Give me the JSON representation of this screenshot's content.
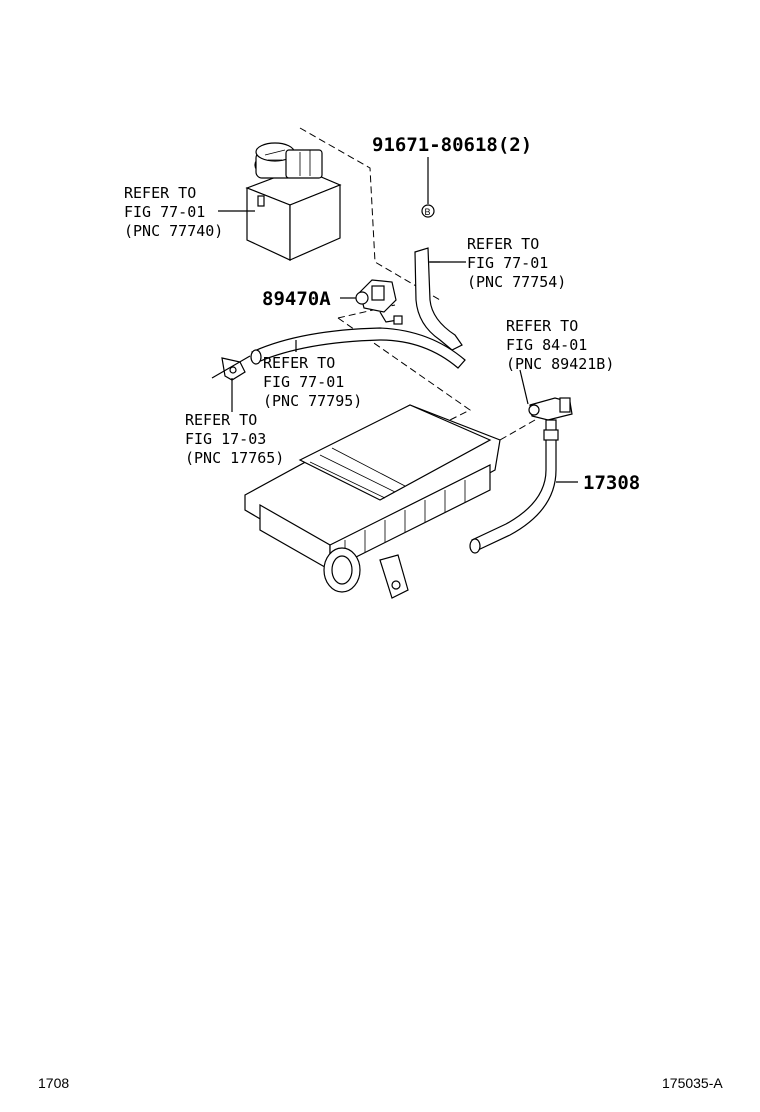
{
  "callouts": {
    "canister": [
      "REFER TO",
      "FIG 77-01",
      "(PNC 77740)"
    ],
    "hose_77754": [
      "REFER TO",
      "FIG 77-01",
      "(PNC 77754)"
    ],
    "hose_77795": [
      "REFER TO",
      "FIG 77-01",
      "(PNC 77795)"
    ],
    "bracket_17765": [
      "REFER TO",
      "FIG 17-03",
      "(PNC 17765)"
    ],
    "sensor_89421b": [
      "REFER TO",
      "FIG 84-01",
      "(PNC 89421B)"
    ]
  },
  "parts": {
    "bolt": "91671-80618(2)",
    "bolt_marker": "B",
    "vsv": "89470A",
    "hose": "17308"
  },
  "footer": {
    "left": "1708",
    "right": "175035-A"
  }
}
